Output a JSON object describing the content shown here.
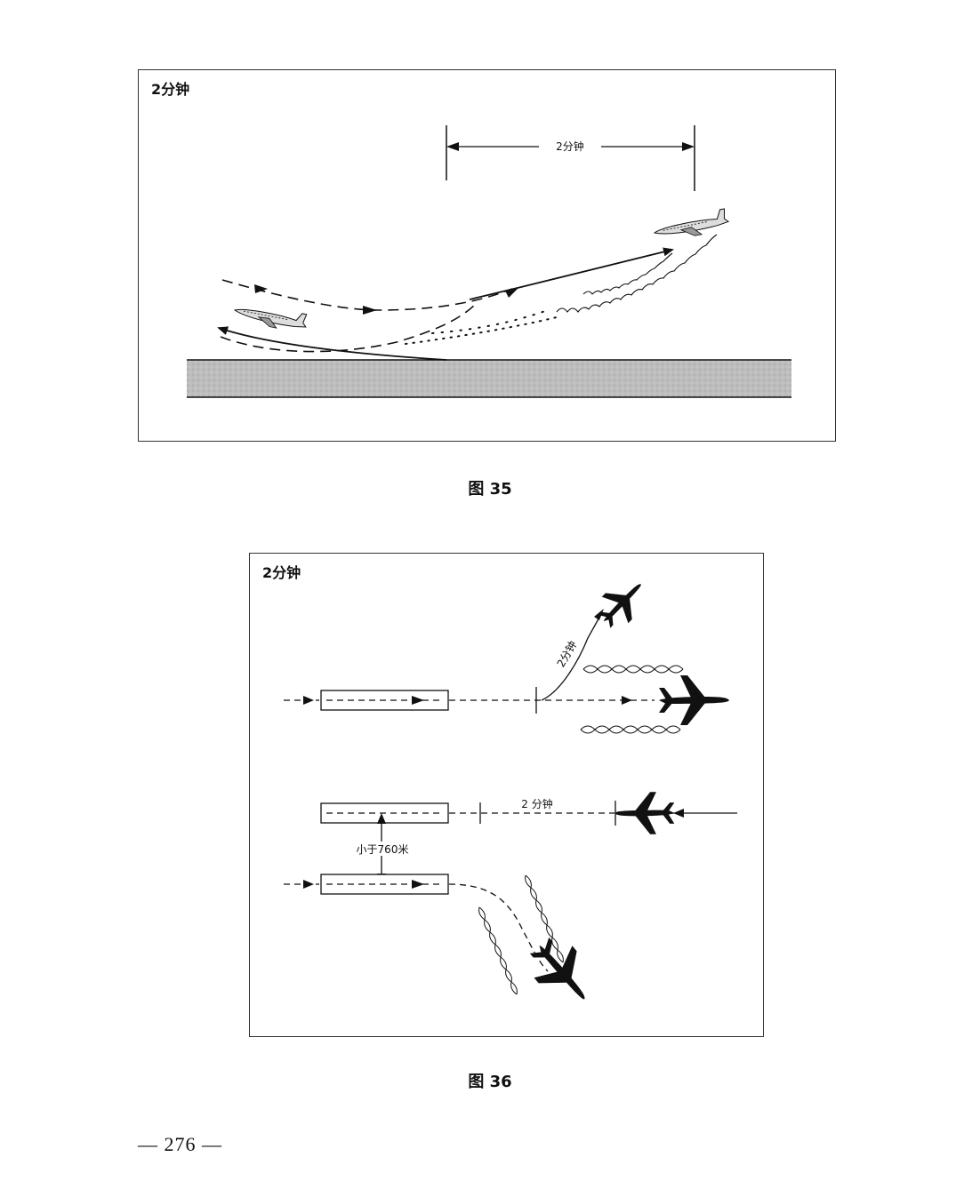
{
  "figure35": {
    "corner_label": "2分钟",
    "dimension_label": "2分钟",
    "caption": "图 35"
  },
  "figure36": {
    "corner_label": "2分钟",
    "turn_label": "2分钟",
    "separation_label": "2 分钟",
    "distance_label": "小于760米",
    "caption": "图 36"
  },
  "page_number": "276",
  "colors": {
    "ink": "#111111",
    "runway": "#b8b8b8",
    "border": "#333333"
  }
}
